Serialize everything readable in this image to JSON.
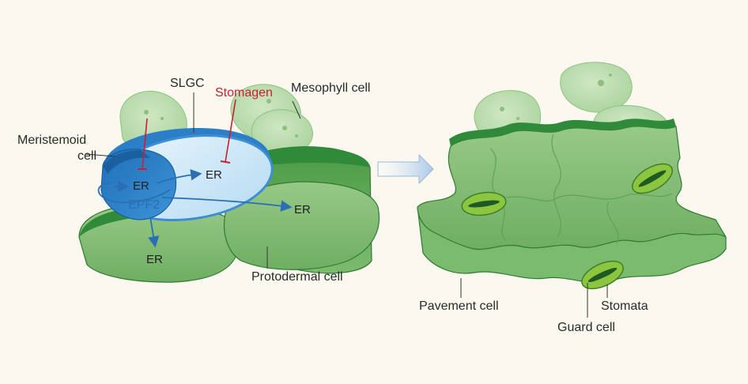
{
  "colors": {
    "background": "#fbf8ef",
    "leaf_green_dark": "#2f8a3a",
    "leaf_green_mid": "#6fb463",
    "leaf_green_light": "#a9d29a",
    "mesophyll": "#b9dcae",
    "meristemoid_blue": "#2f84cc",
    "slgc_light_blue": "#cfe9f8",
    "inhibit_red": "#c8202f",
    "arrow_blue": "#2a6fb3",
    "guard_cell": "#8cc63f"
  },
  "labels": {
    "slgc": "SLGC",
    "stomagen": "Stomagen",
    "mesophyll_cell": "Mesophyll cell",
    "meristemoid_line1": "Meristemoid",
    "meristemoid_line2": "cell",
    "epf2": "EPF2",
    "er": "ER",
    "protodermal_cell": "Protodermal cell",
    "pavement_cell": "Pavement cell",
    "stomata": "Stomata",
    "guard_cell": "Guard cell"
  },
  "icons": {
    "transition_arrow": "right-arrow-icon",
    "inhibition": "t-bar-inhibition-icon"
  }
}
